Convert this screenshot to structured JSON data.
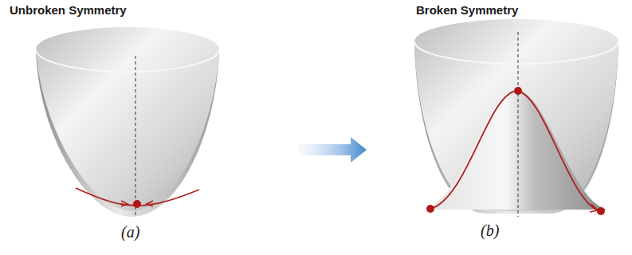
{
  "diagram": {
    "labels": [
      "Unbroken Symmetry",
      "Broken Symmetry",
      "(a)",
      "(b)"
    ]
  }
}
